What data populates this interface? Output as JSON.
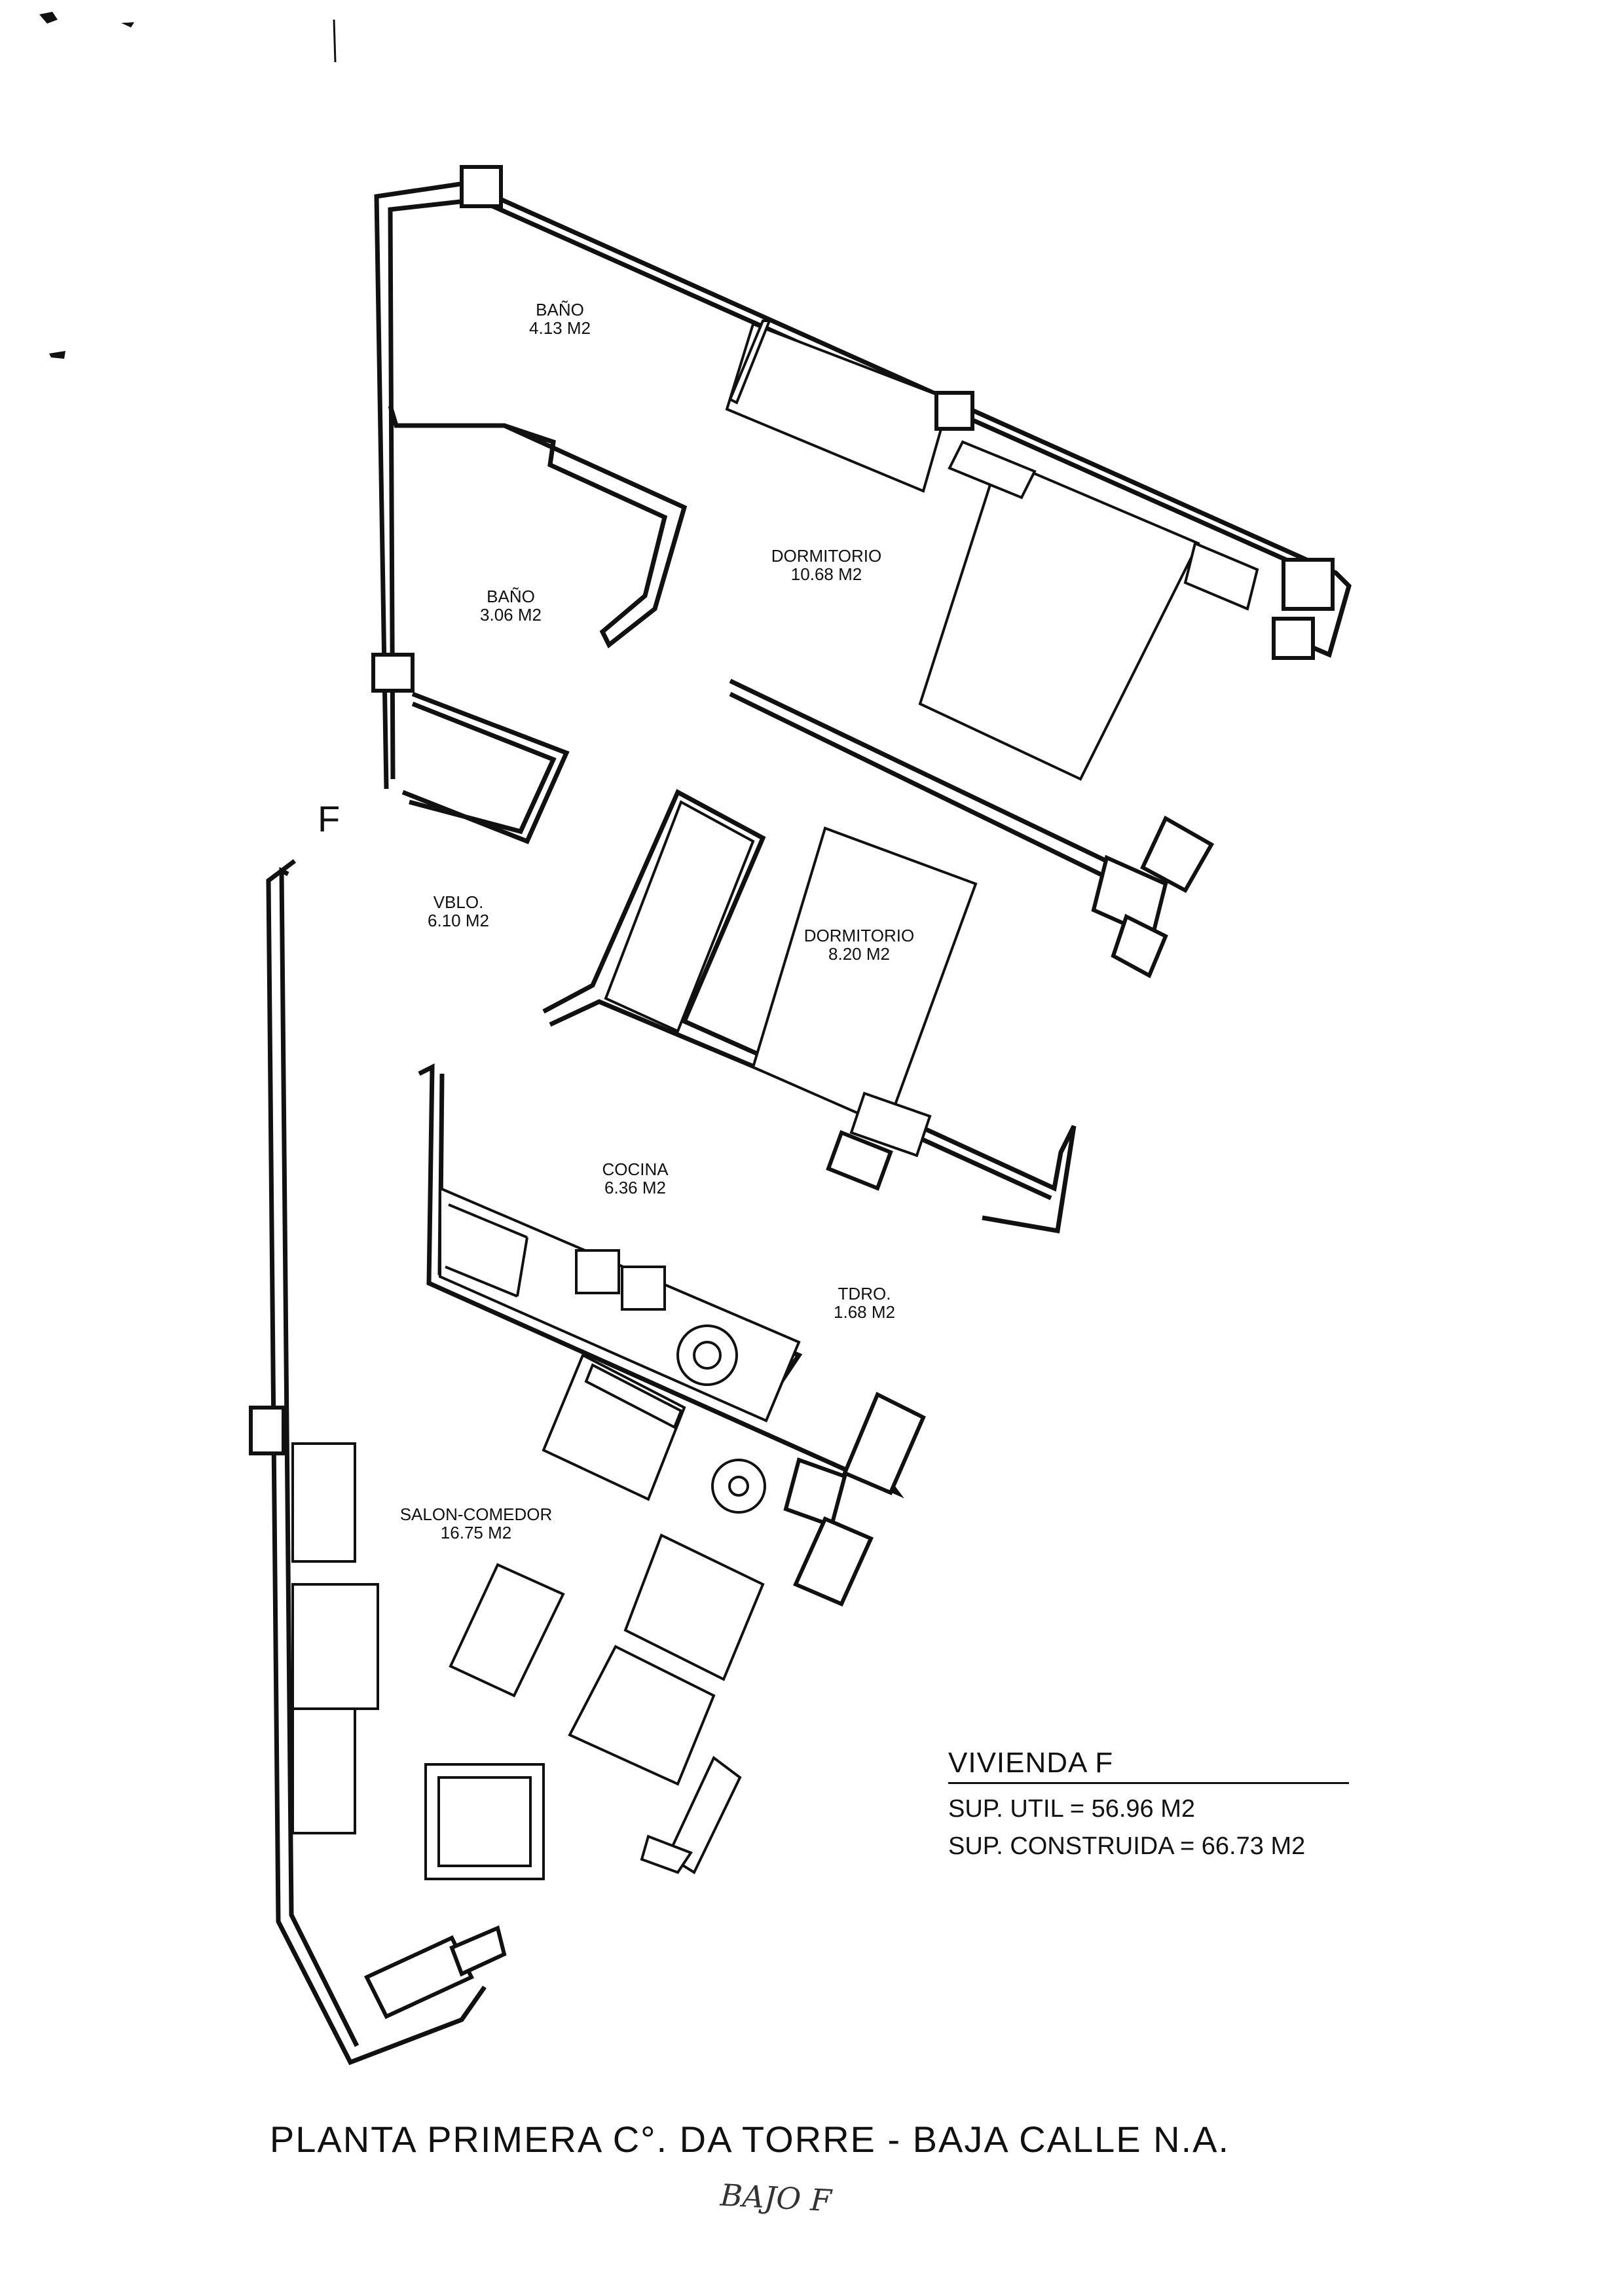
{
  "plan": {
    "unit_label": "F",
    "rooms": [
      {
        "name": "BAÑO",
        "area": "4.13 M2"
      },
      {
        "name": "BAÑO",
        "area": "3.06 M2"
      },
      {
        "name": "DORMITORIO",
        "area": "10.68 M2"
      },
      {
        "name": "VBLO.",
        "area": "6.10 M2"
      },
      {
        "name": "DORMITORIO",
        "area": "8.20 M2"
      },
      {
        "name": "COCINA",
        "area": "6.36 M2"
      },
      {
        "name": "TDRO.",
        "area": "1.68 M2"
      },
      {
        "name": "SALON-COMEDOR",
        "area": "16.75 M2"
      }
    ]
  },
  "summary": {
    "title": "VIVIENDA F",
    "sup_util": "SUP. UTIL = 56.96 M2",
    "sup_construida": "SUP. CONSTRUIDA = 66.73 M2"
  },
  "footer": {
    "title": "PLANTA PRIMERA C°. DA TORRE - BAJA CALLE N.A.",
    "handwritten": "BAJO F"
  }
}
